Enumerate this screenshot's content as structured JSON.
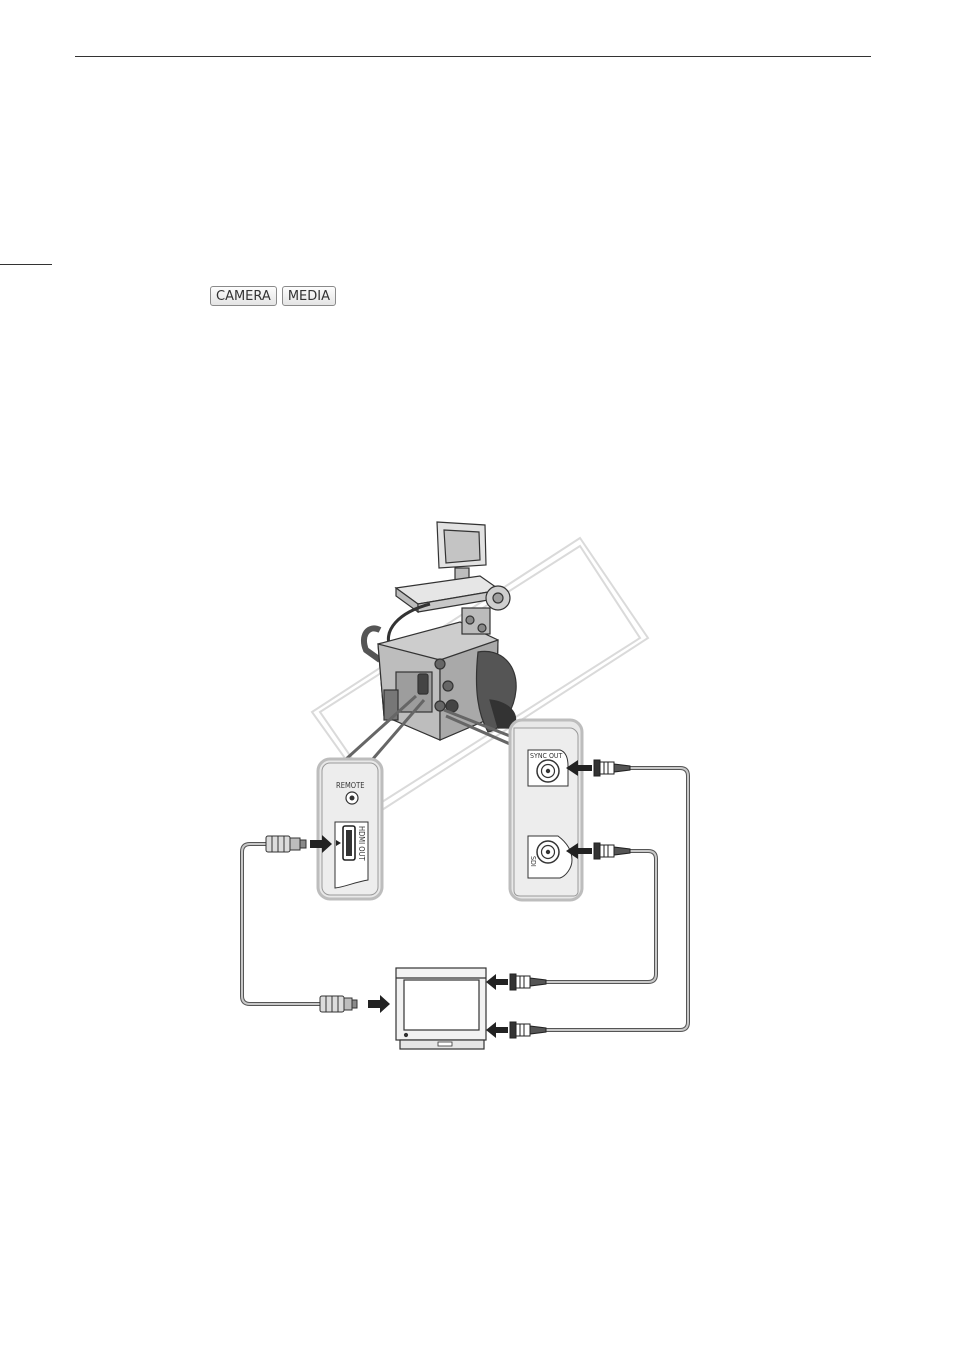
{
  "mode_badges": [
    "CAMERA",
    "MEDIA"
  ],
  "diagram": {
    "left_panel": {
      "remote_label": "REMOTE",
      "hdmi_label": "HDMI OUT"
    },
    "right_panel": {
      "sync_label": "SYNC OUT",
      "sdi_label": "SDI"
    }
  }
}
